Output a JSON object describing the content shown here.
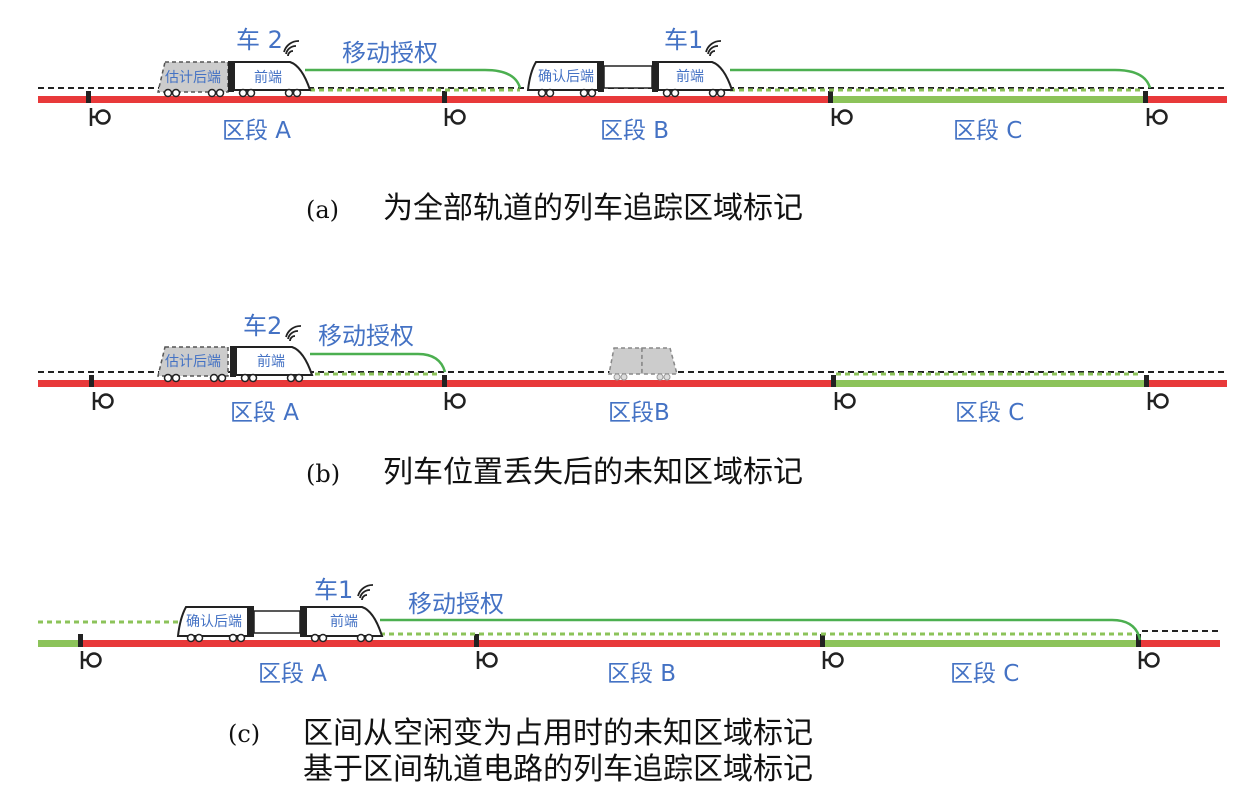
{
  "colors": {
    "occupied_red": "#e8393a",
    "free_green": "#8cc35a",
    "ma_green": "#4caf50",
    "label_blue": "#4472c4",
    "ghost_gray": "#cccccc"
  },
  "panel_a": {
    "train2_label": "车 2",
    "train2_rear": "估计后端",
    "train2_front": "前端",
    "movement_authority": "移动授权",
    "train1_label": "车1",
    "train1_rear": "确认后端",
    "train1_front": "前端",
    "section_a": "区段 A",
    "section_b": "区段 B",
    "section_c": "区段 C",
    "caption_letter": "(a)",
    "caption": "为全部轨道的列车追踪区域标记"
  },
  "panel_b": {
    "train2_label": "车2",
    "train2_rear": "估计后端",
    "train2_front": "前端",
    "movement_authority": "移动授权",
    "section_a": "区段 A",
    "section_b": "区段B",
    "section_c": "区段 C",
    "caption_letter": "(b)",
    "caption": "列车位置丢失后的未知区域标记"
  },
  "panel_c": {
    "train1_label": "车1",
    "train1_rear": "确认后端",
    "train1_front": "前端",
    "movement_authority": "移动授权",
    "section_a": "区段 A",
    "section_b": "区段 B",
    "section_c": "区段 C",
    "caption_letter": "(c)",
    "caption_line1": "区间从空闲变为占用时的未知区域标记",
    "caption_line2": "基于区间轨道电路的列车追踪区域标记"
  }
}
